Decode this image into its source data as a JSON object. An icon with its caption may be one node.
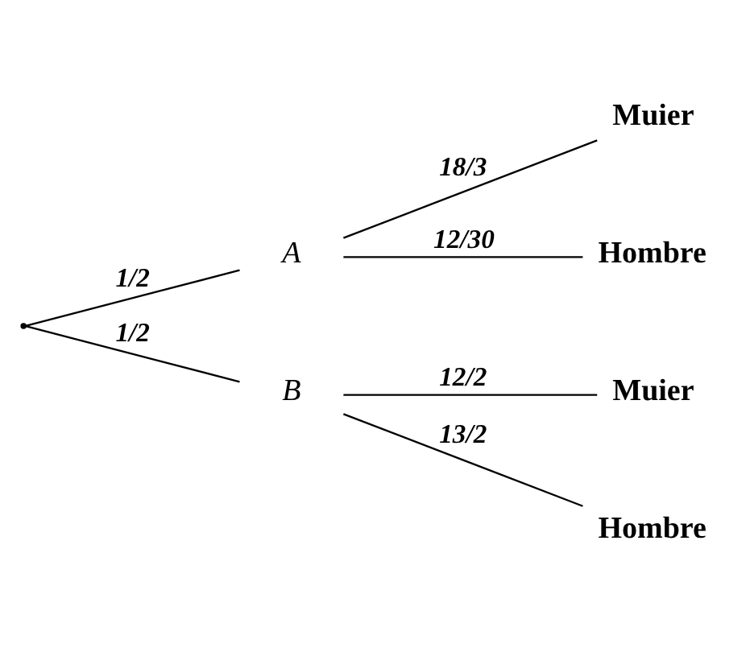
{
  "diagram": {
    "nodes": [
      {
        "text": [],
        "shape": "point"
      },
      {
        "text": [
          "A"
        ]
      },
      {
        "text": [
          "B"
        ]
      },
      {
        "text": [
          "Muier"
        ]
      },
      {
        "text": [
          "Hombre"
        ]
      },
      {
        "text": [
          "Muier"
        ]
      },
      {
        "text": [
          "Hombre"
        ]
      }
    ],
    "edges": [
      {
        "from": 0,
        "to": 1,
        "arrow": "none",
        "label": "1/2"
      },
      {
        "from": 0,
        "to": 2,
        "arrow": "none",
        "label": "1/2"
      },
      {
        "from": 1,
        "to": 3,
        "arrow": "none",
        "label": "18/3"
      },
      {
        "from": 1,
        "to": 4,
        "arrow": "none",
        "label": "12/30"
      },
      {
        "from": 2,
        "to": 5,
        "arrow": "none",
        "label": "12/2"
      },
      {
        "from": 2,
        "to": 6,
        "arrow": "none",
        "label": "13/2"
      }
    ]
  }
}
